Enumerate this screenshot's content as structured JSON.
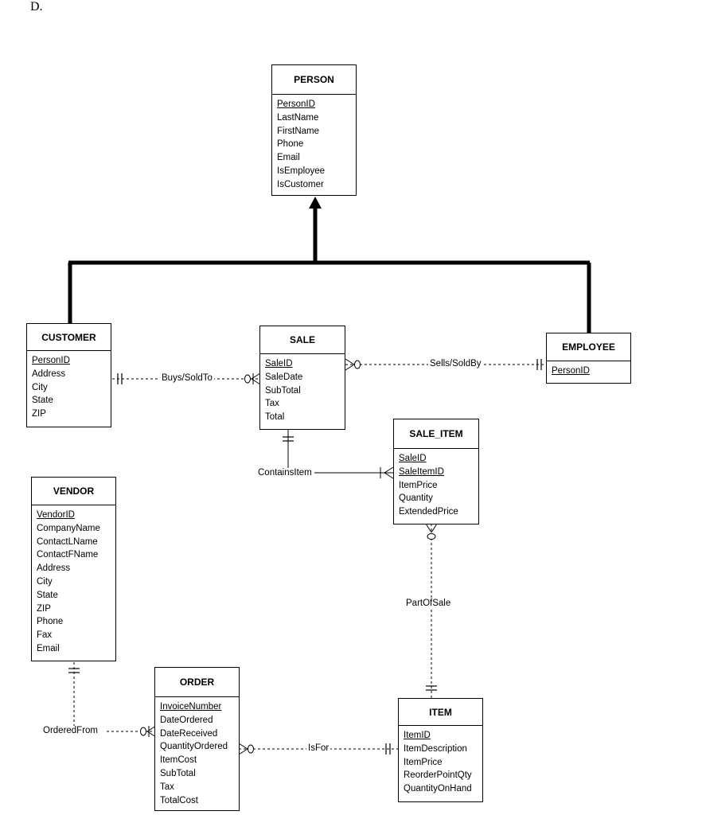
{
  "corner_label": "D.",
  "entities": {
    "person": {
      "name": "PERSON",
      "attrs": [
        {
          "t": "PersonID",
          "pk": true
        },
        {
          "t": "LastName"
        },
        {
          "t": "FirstName"
        },
        {
          "t": "Phone"
        },
        {
          "t": "Email"
        },
        {
          "t": "IsEmployee"
        },
        {
          "t": "IsCustomer"
        }
      ]
    },
    "customer": {
      "name": "CUSTOMER",
      "attrs": [
        {
          "t": "PersonID",
          "pk": true
        },
        {
          "t": "Address"
        },
        {
          "t": "City"
        },
        {
          "t": "State"
        },
        {
          "t": "ZIP"
        }
      ]
    },
    "sale": {
      "name": "SALE",
      "attrs": [
        {
          "t": "SaleID",
          "pk": true
        },
        {
          "t": "SaleDate"
        },
        {
          "t": "SubTotal"
        },
        {
          "t": "Tax"
        },
        {
          "t": "Total"
        }
      ]
    },
    "employee": {
      "name": "EMPLOYEE",
      "attrs": [
        {
          "t": "PersonID",
          "pk": true
        }
      ]
    },
    "sale_item": {
      "name": "SALE_ITEM",
      "attrs": [
        {
          "t": "SaleID",
          "pk": true
        },
        {
          "t": "SaleItemID",
          "pk": true
        },
        {
          "t": "ItemPrice"
        },
        {
          "t": "Quantity"
        },
        {
          "t": "ExtendedPrice"
        }
      ]
    },
    "vendor": {
      "name": "VENDOR",
      "attrs": [
        {
          "t": "VendorID",
          "pk": true
        },
        {
          "t": "CompanyName"
        },
        {
          "t": "ContactLName"
        },
        {
          "t": "ContactFName"
        },
        {
          "t": "Address"
        },
        {
          "t": "City"
        },
        {
          "t": "State"
        },
        {
          "t": "ZIP"
        },
        {
          "t": "Phone"
        },
        {
          "t": "Fax"
        },
        {
          "t": "Email"
        }
      ]
    },
    "order": {
      "name": "ORDER",
      "attrs": [
        {
          "t": "InvoiceNumber",
          "pk": true
        },
        {
          "t": "DateOrdered"
        },
        {
          "t": "DateReceived"
        },
        {
          "t": "QuantityOrdered"
        },
        {
          "t": "ItemCost"
        },
        {
          "t": "SubTotal"
        },
        {
          "t": "Tax"
        },
        {
          "t": "TotalCost"
        }
      ]
    },
    "item": {
      "name": "ITEM",
      "attrs": [
        {
          "t": "ItemID",
          "pk": true
        },
        {
          "t": "ItemDescription"
        },
        {
          "t": "ItemPrice"
        },
        {
          "t": "ReorderPointQty"
        },
        {
          "t": "QuantityOnHand"
        }
      ]
    }
  },
  "relationships": {
    "buys_sold_to": "Buys/SoldTo",
    "sells_sold_by": "Sells/SoldBy",
    "contains_item": "ContainsItem",
    "part_of_sale": "PartOfSale",
    "ordered_from": "OrderedFrom",
    "is_for": "IsFor"
  }
}
